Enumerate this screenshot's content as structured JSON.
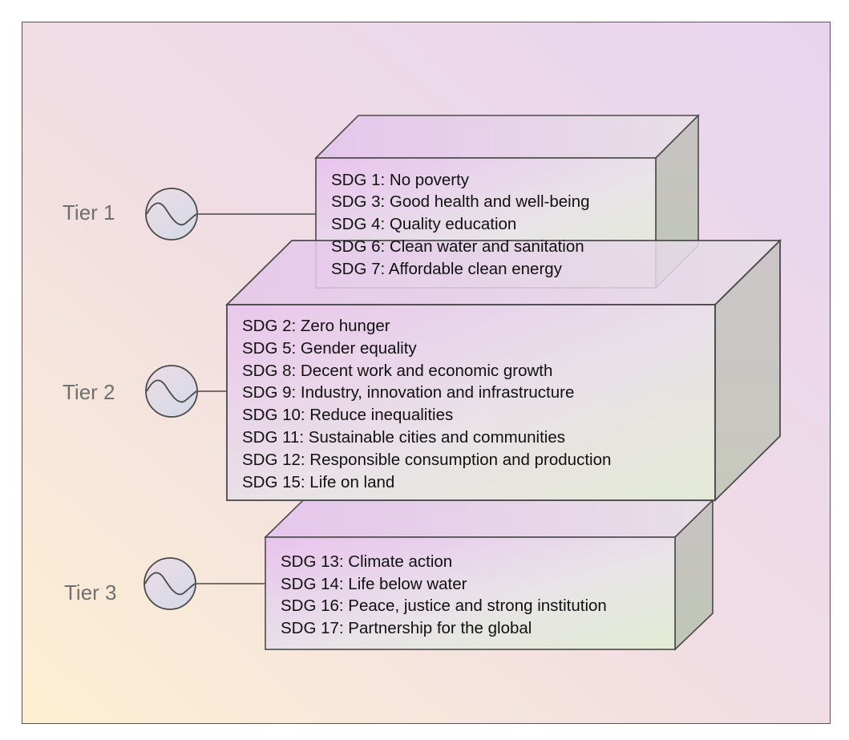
{
  "diagram": {
    "tiers": [
      {
        "label": "Tier 1",
        "icon": "sine-wave-icon",
        "items": [
          "SDG 1: No poverty",
          "SDG 3: Good health and well-being",
          "SDG 4: Quality education",
          "SDG 6: Clean water and sanitation",
          "SDG 7: Affordable clean energy"
        ]
      },
      {
        "label": "Tier 2",
        "icon": "sine-wave-icon",
        "items": [
          "SDG 2: Zero hunger",
          "SDG 5: Gender equality",
          "SDG 8: Decent work and economic growth",
          "SDG 9: Industry, innovation and infrastructure",
          "SDG 10: Reduce inequalities",
          "SDG 11: Sustainable cities and communities",
          "SDG 12: Responsible consumption and production",
          "SDG 15: Life on land"
        ]
      },
      {
        "label": "Tier 3",
        "icon": "sine-wave-icon",
        "items": [
          "SDG 13: Climate action",
          "SDG 14: Life below water",
          "SDG 16: Peace, justice and strong institution",
          "SDG 17: Partnership for the global"
        ]
      }
    ],
    "colors": {
      "front_top_left": "#e9c3ee",
      "front_bottom_right": "#e2ecd4",
      "top_face": "#e6cbeb",
      "side_face": "#c2bfbc",
      "stroke": "#4a4a4a",
      "icon_fill": "#dfdce8"
    }
  }
}
